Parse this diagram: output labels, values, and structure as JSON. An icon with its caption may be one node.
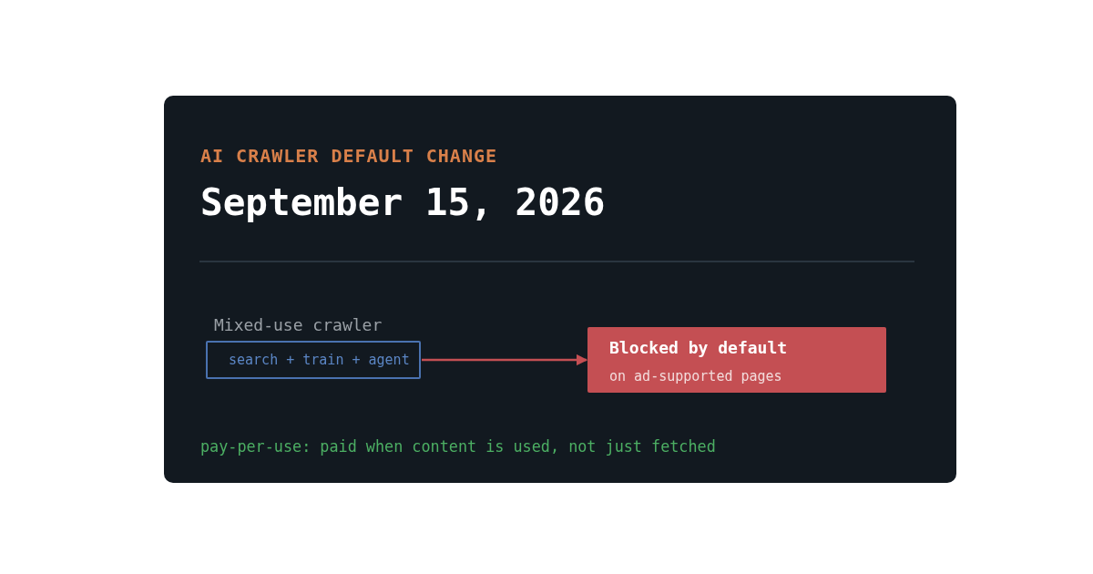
{
  "diagram": {
    "title": "AI CRAWLER DEFAULT CHANGE",
    "nodes": [
      {
        "text": [
          "Mixed-use crawler",
          "search + train + agent"
        ]
      },
      {
        "text": [
          "Blocked by default",
          "on ad-supported pages"
        ]
      }
    ],
    "edges": [
      {
        "from": 0,
        "to": 1,
        "arrow": "to"
      }
    ],
    "labels": [
      "September 15, 2026"
    ],
    "caption": "pay-per-use: paid when content is used, not just fetched"
  }
}
